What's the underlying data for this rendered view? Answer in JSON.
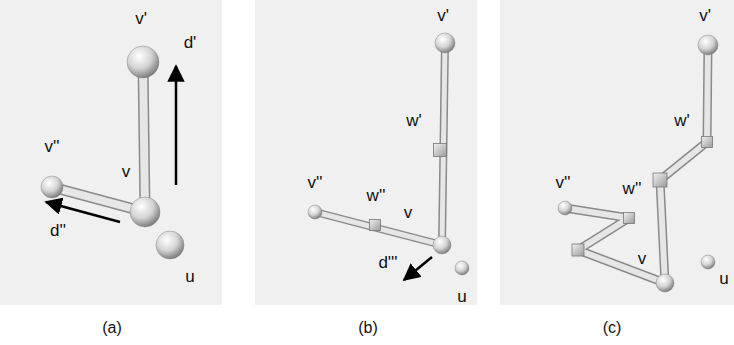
{
  "diagram": {
    "labels": [
      "v'",
      "d'",
      "v''",
      "v",
      "d''",
      "u",
      "(a)",
      "v'",
      "w'",
      "v''",
      "w''",
      "v",
      "d'''",
      "u",
      "(b)",
      "v'",
      "w'",
      "v''",
      "w''",
      "v",
      "u",
      "(c)"
    ]
  }
}
